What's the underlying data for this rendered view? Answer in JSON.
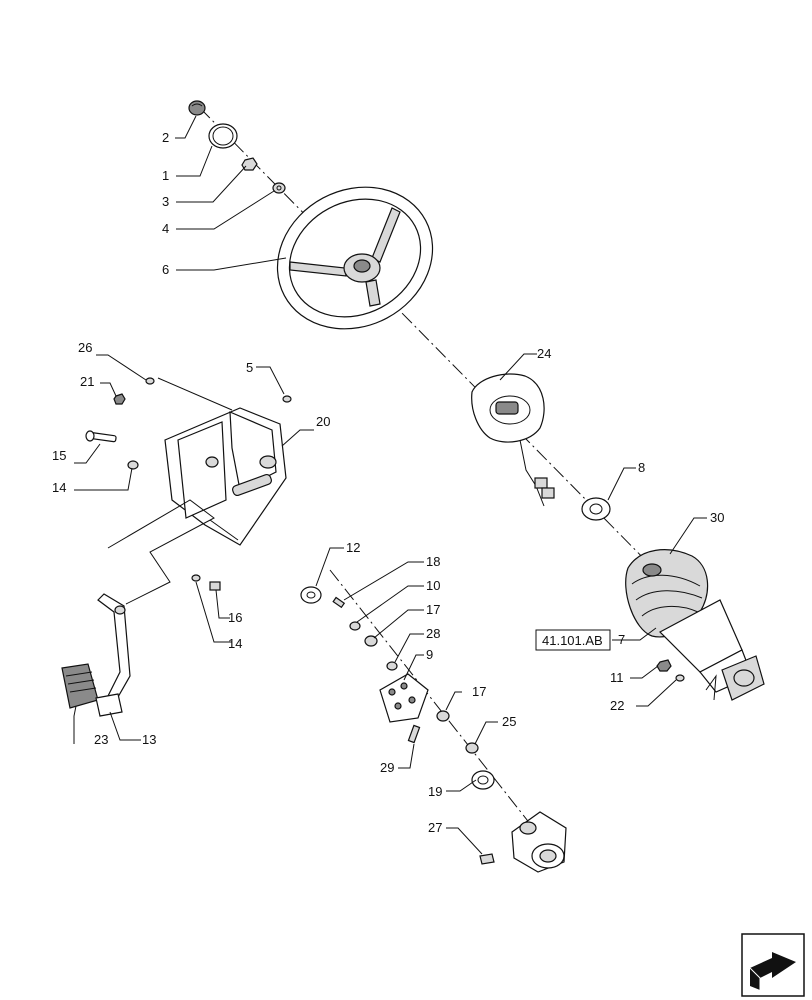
{
  "callouts": {
    "c1": "1",
    "c2": "2",
    "c3": "3",
    "c4": "4",
    "c5": "5",
    "c6": "6",
    "c7": "7",
    "c8": "8",
    "c9": "9",
    "c10": "10",
    "c11": "11",
    "c12": "12",
    "c13": "13",
    "c14a": "14",
    "c14b": "14",
    "c15": "15",
    "c16": "16",
    "c17a": "17",
    "c17b": "17",
    "c18": "18",
    "c19": "19",
    "c20": "20",
    "c21": "21",
    "c22": "22",
    "c23": "23",
    "c24": "24",
    "c25": "25",
    "c26": "26",
    "c27": "27",
    "c28": "28",
    "c29": "29",
    "c30": "30"
  },
  "reference": "41.101.AB",
  "nav_icon": "next-page-arrow-icon"
}
